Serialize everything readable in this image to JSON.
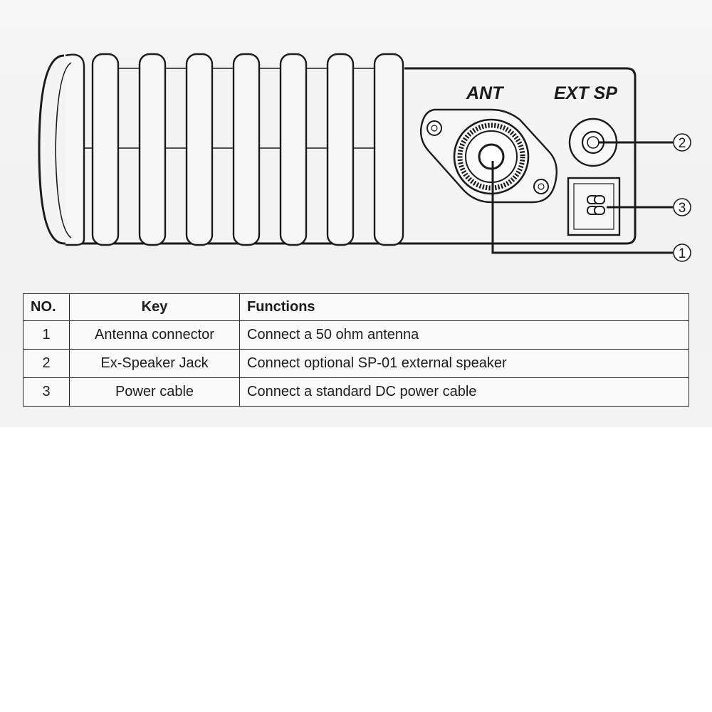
{
  "diagram": {
    "labels": {
      "ant": "ANT",
      "ext_sp": "EXT SP"
    },
    "callouts": [
      "1",
      "2",
      "3"
    ]
  },
  "table": {
    "headers": [
      "NO.",
      "Key",
      "Functions"
    ],
    "rows": [
      {
        "no": "1",
        "key": "Antenna connector",
        "function": "Connect a 50 ohm antenna"
      },
      {
        "no": "2",
        "key": "Ex-Speaker Jack",
        "function": "Connect optional SP-01 external speaker"
      },
      {
        "no": "3",
        "key": "Power cable",
        "function": "Connect a standard DC power cable"
      }
    ]
  },
  "colors": {
    "ink": "#1b1b1b",
    "paper": "#f3f3f3"
  }
}
